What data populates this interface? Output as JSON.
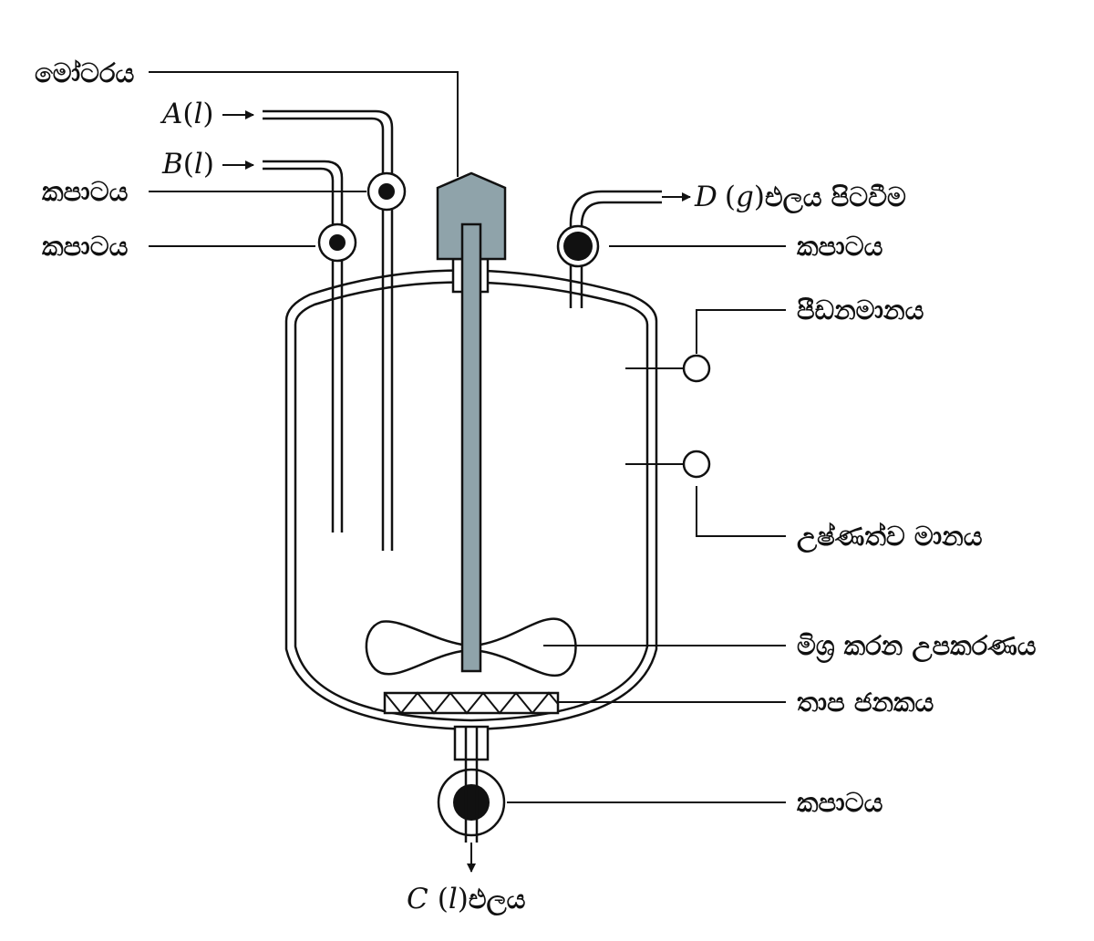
{
  "labels": {
    "motor": "මෝටරය",
    "valve_b": "කපාටය",
    "valve_a": "කපාටය",
    "valve_gas": "කපාටය",
    "pressure_gauge": "පීඩනමානය",
    "thermometer": "උෂ්ණත්ව මානය",
    "stirrer": "මිශ්‍ර කරන උපකරණය",
    "heater": "තාප ජනකය",
    "valve_bottom": "කපාටය"
  },
  "streams": {
    "input_a": {
      "symbol": "A",
      "state_open": "(",
      "state": "l",
      "state_close": ")"
    },
    "input_b": {
      "symbol": "B",
      "state_open": "(",
      "state": "l",
      "state_close": ")"
    },
    "output_gas": {
      "symbol": "D",
      "state_open": "(",
      "state": "g",
      "state_close": ")",
      "word": "එලය පිටවීම"
    },
    "output_liquid": {
      "symbol": "C",
      "state_open": "(",
      "state": "l",
      "state_close": ")",
      "word": "එලය"
    }
  },
  "colors": {
    "motor_fill": "#8fa3aa",
    "shaft_fill": "#8fa3aa",
    "line": "#111111",
    "valve_core": "#111111"
  }
}
